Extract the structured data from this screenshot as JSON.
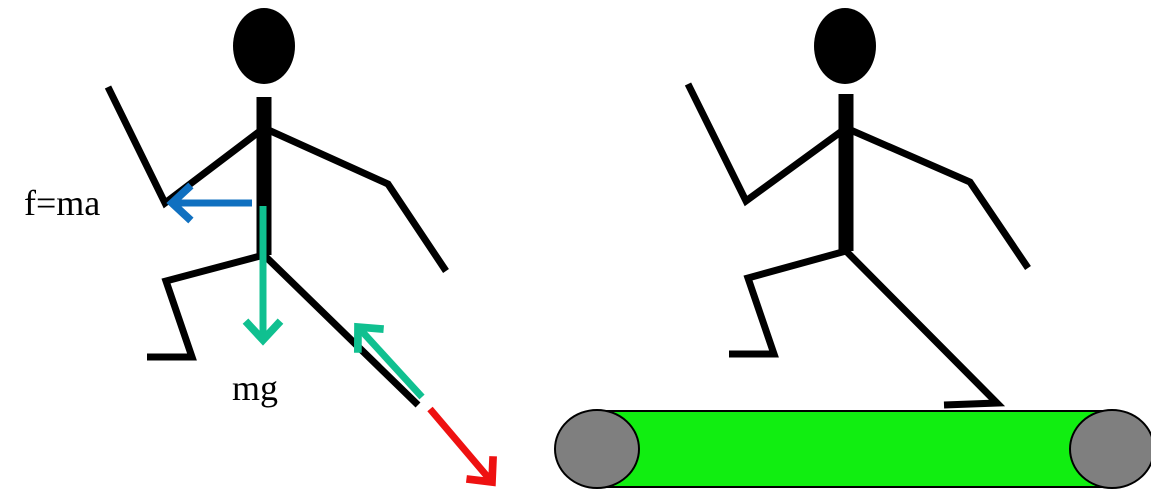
{
  "labels": {
    "force": "f=ma",
    "weight": "mg"
  },
  "colors": {
    "figure": "#000000",
    "force_arrow": "#1070c0",
    "weight_arrow": "#10c090",
    "reaction_arrow": "#10c090",
    "push_arrow": "#ee1111",
    "treadmill_belt": "#11ee11",
    "treadmill_roller": "#7f7f7f"
  },
  "icons": {
    "left_figure": "running-stick-figure",
    "right_figure": "running-stick-figure",
    "treadmill": "treadmill"
  }
}
